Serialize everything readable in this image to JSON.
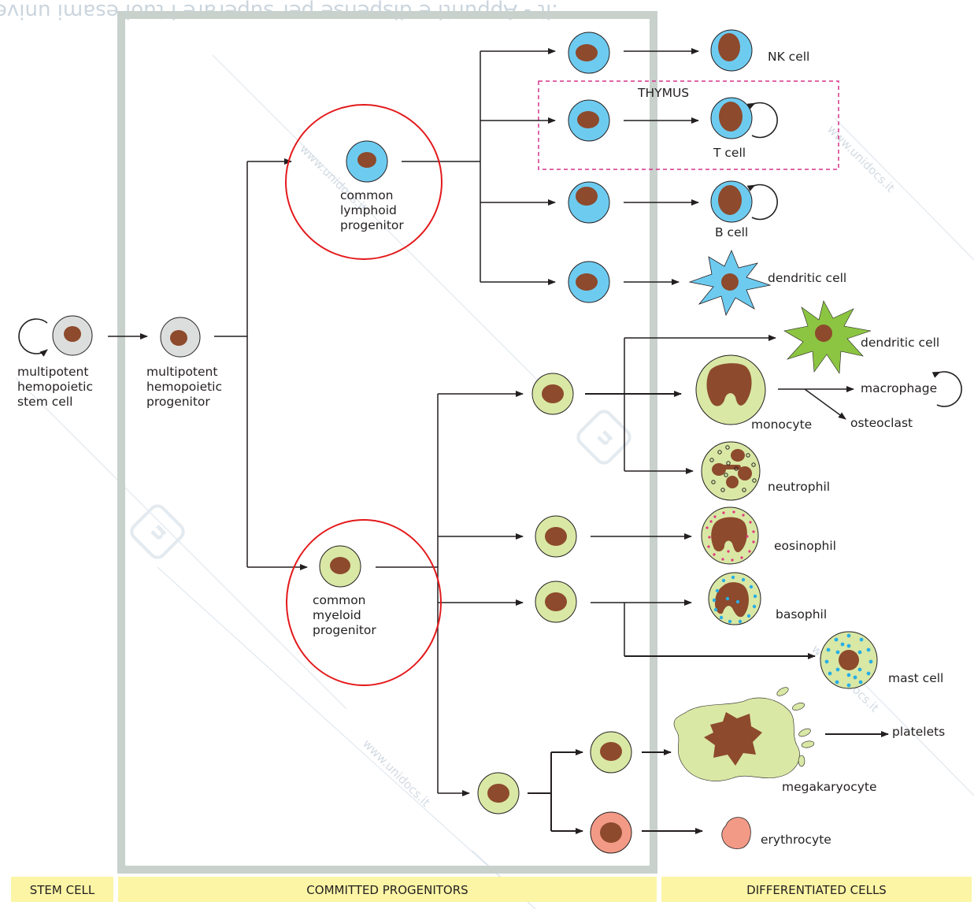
{
  "watermark": {
    "top_text": ".it  -  Appunti e dispense per superare i tuoi esami universitari",
    "site": "www.unidocs.it"
  },
  "colors": {
    "lymphoid_cell": "#6ecbf0",
    "myeloid_cell": "#d9e8a5",
    "progenitor_gray": "#dcdedd",
    "nucleus": "#8d4a2c",
    "erythroid": "#f39a87",
    "dendritic_myeloid": "#8cc542",
    "compartment_border": "#c8d1cc",
    "thymus_border": "#d6338a",
    "highlight_circle": "#e3191b",
    "bottom_bar": "#fbf5a5",
    "granule_pink": "#e0357f",
    "granule_blue": "#29aee6"
  },
  "labels": {
    "stem_cell": [
      "multipotent",
      "hemopoietic",
      "stem cell"
    ],
    "mpp": [
      "multipotent",
      "hemopoietic",
      "progenitor"
    ],
    "clp": [
      "common",
      "lymphoid",
      "progenitor"
    ],
    "cmp": [
      "common",
      "myeloid",
      "progenitor"
    ],
    "thymus": "THYMUS",
    "nk_cell": "NK cell",
    "t_cell": "T cell",
    "b_cell": "B cell",
    "dendritic_lymphoid": "dendritic cell",
    "dendritic_myeloid": "dendritic cell",
    "macrophage": "macrophage",
    "monocyte": "monocyte",
    "osteoclast": "osteoclast",
    "neutrophil": "neutrophil",
    "eosinophil": "eosinophil",
    "basophil": "basophil",
    "mast_cell": "mast cell",
    "platelets": "platelets",
    "megakaryocyte": "megakaryocyte",
    "erythrocyte": "erythrocyte"
  },
  "footer": {
    "stem_cell": "STEM CELL",
    "committed_progenitors": "COMMITTED PROGENITORS",
    "differentiated_cells": "DIFFERENTIATED CELLS"
  }
}
